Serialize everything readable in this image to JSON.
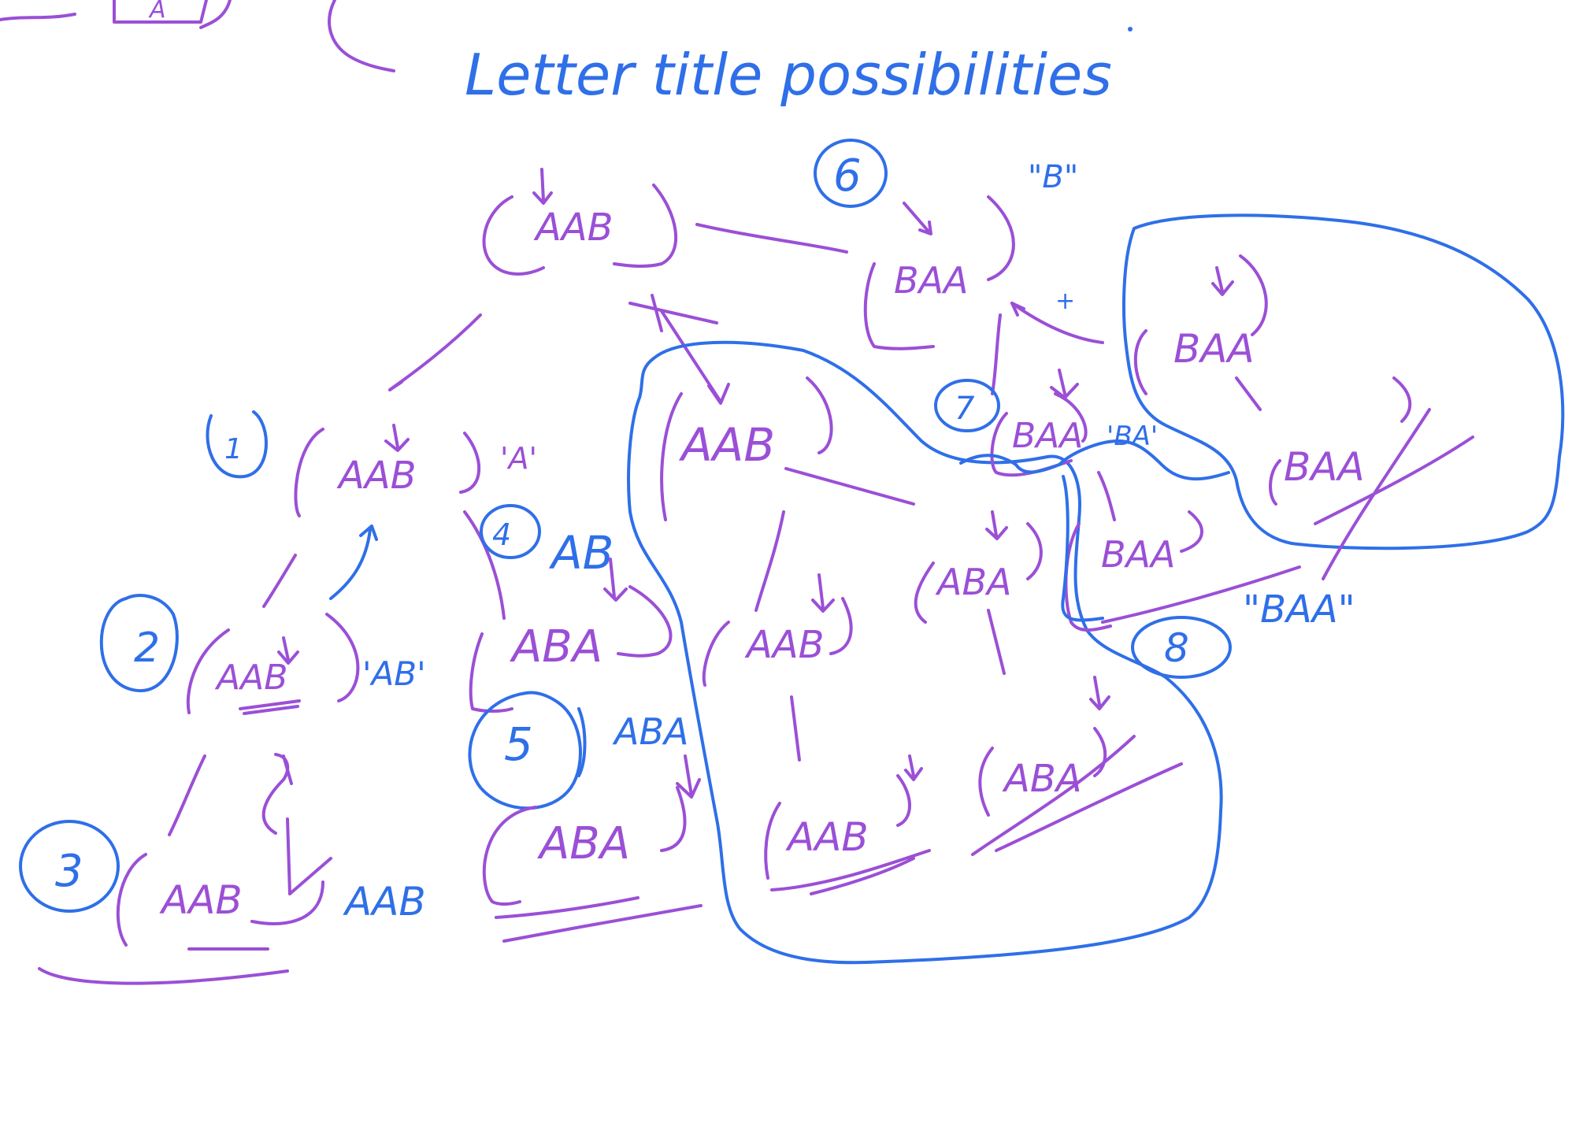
{
  "title": "Letter title possibilities",
  "palette": {
    "purple_ink": "#9b4fd6",
    "blue_ink": "#2f6fe8",
    "background": "#ffffff"
  },
  "nodes": {
    "root": "AAB",
    "root_alt": "BAA",
    "n1": "AAB",
    "n2": "AAB",
    "n3": "AAB",
    "n4": "ABA",
    "n5": "ABA",
    "mid_top": "AAB",
    "mid_left": "AAB",
    "mid_right": "ABA",
    "mid_bottom_left": "AAB",
    "mid_bottom_right": "ABA",
    "n7": "BAA",
    "baa_lower": "BAA",
    "right_top": "BAA",
    "right_mid": "BAA"
  },
  "numbers": {
    "c1": "1",
    "c2": "2",
    "c3": "3",
    "c4": "4",
    "c5": "5",
    "c6": "6",
    "c7": "7",
    "c8": "8"
  },
  "annotations": {
    "a_after_1": "'A'",
    "an_after_2": "'AB'",
    "aab_after_3": "AAB",
    "ab_after_4": "AB",
    "aba_after_5": "ABA",
    "b_after_6": "\"B\"",
    "ba_after_7": "'BA'",
    "baa_after_8": "\"BAA\""
  },
  "marks": {
    "plus": "+",
    "top_left_box": "A"
  }
}
